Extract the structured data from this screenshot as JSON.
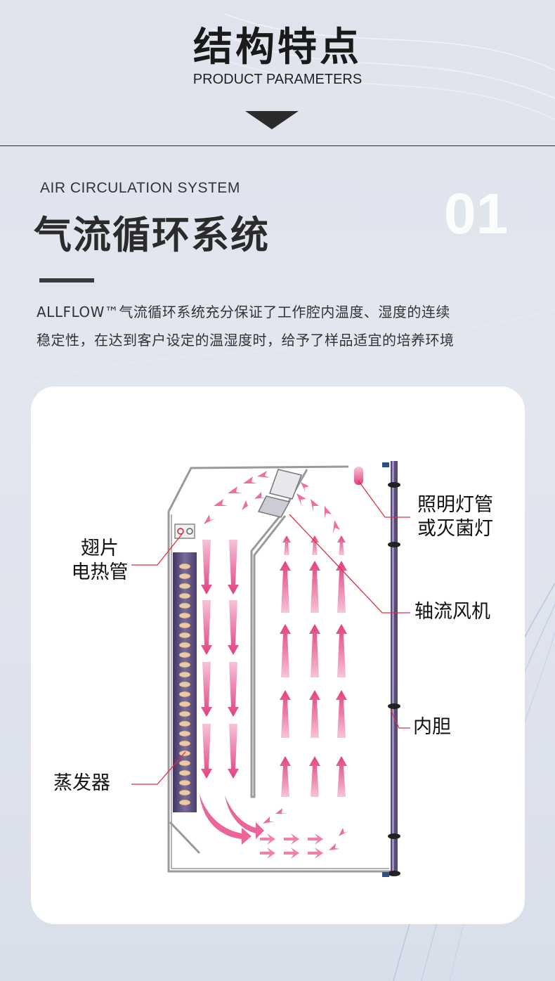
{
  "header": {
    "title": "结构特点",
    "subtitle": "PRODUCT PARAMETERS"
  },
  "section": {
    "english_title": "AIR CIRCULATION SYSTEM",
    "number": "01",
    "title": "气流循环系统",
    "description_lines": [
      "ALLFLOW™气流循环系统充分保证了工作腔内温度、湿度的连续",
      "稳定性，在达到客户设定的温湿度时，给予了样品适宜的培养环境"
    ]
  },
  "diagram": {
    "labels": {
      "fin_heater_line1": "翅片",
      "fin_heater_line2": "电热管",
      "evaporator": "蒸发器",
      "lamp_line1": "照明灯管",
      "lamp_line2": "或灭菌灯",
      "axial_fan": "轴流风机",
      "inner_liner": "内胆"
    },
    "colors": {
      "airflow_arrow": "#e84a8a",
      "evaporator_panel": "#5a4a7a",
      "leader_line": "#e03040",
      "frame": "#9a9a9a"
    }
  }
}
